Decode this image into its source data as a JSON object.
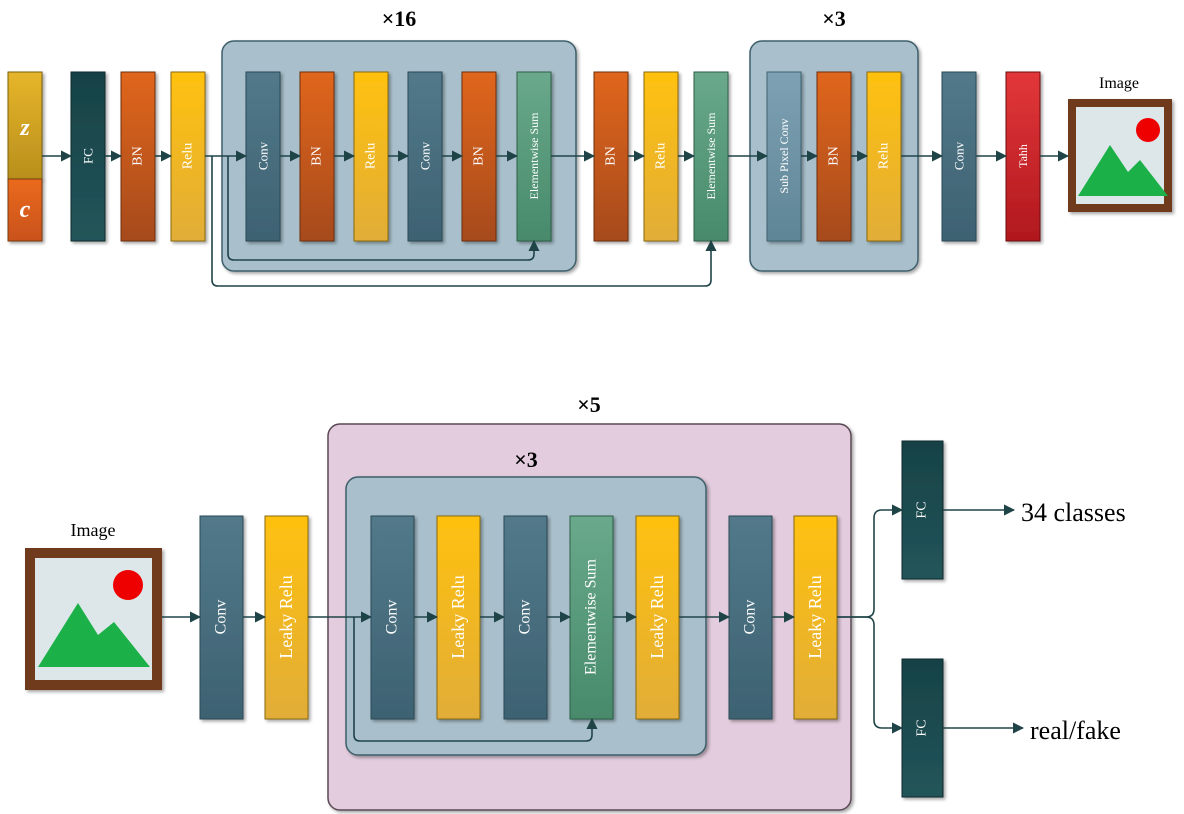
{
  "generator": {
    "input_top": "z",
    "input_bottom": "c",
    "fc": "FC",
    "bn1": "BN",
    "relu1": "Relu",
    "res_repeat": "×16",
    "res_conv1": "Conv",
    "res_bn1": "BN",
    "res_relu": "Relu",
    "res_conv2": "Conv",
    "res_bn2": "BN",
    "res_sum": "Elementwise Sum",
    "bn2": "BN",
    "relu2": "Relu",
    "sum2": "Elementwise Sum",
    "up_repeat": "×3",
    "up_subpixel": "Sub Pixel Conv",
    "up_bn": "BN",
    "up_relu": "Relu",
    "conv_final": "Conv",
    "tanh": "Tahh",
    "output_label": "Image"
  },
  "discriminator": {
    "input_label": "Image",
    "conv1": "Conv",
    "lrelu1": "Leaky Relu",
    "outer_repeat": "×5",
    "inner_repeat": "×3",
    "in_conv1": "Conv",
    "in_lrelu1": "Leaky Relu",
    "in_conv2": "Conv",
    "in_sum": "Elementwise Sum",
    "in_lrelu2": "Leaky Relu",
    "out_conv": "Conv",
    "out_lrelu": "Leaky Relu",
    "fc_top": "FC",
    "fc_bottom": "FC",
    "out_top": "34 classes",
    "out_bottom": "real/fake"
  },
  "colors": {
    "fc": "#1c4a4e",
    "bn": "#d35b18",
    "relu": "#f3b622",
    "conv": "#4a7386",
    "sum": "#5a9a7c",
    "subpixel": "#6c92a5",
    "tanh": "#d3262b",
    "group_blue": "#a9c0cc",
    "group_pink": "#e3ccdd"
  }
}
